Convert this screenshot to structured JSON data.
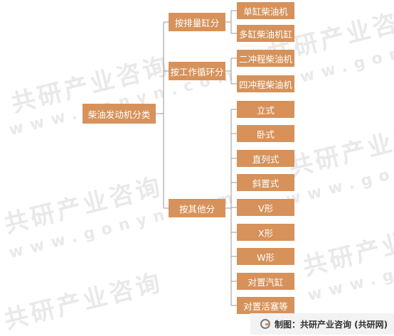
{
  "watermark": {
    "cn": "共研产业咨询",
    "en": "www.gonyn.com"
  },
  "tree": {
    "root": "柴油发动机分类",
    "groups": [
      {
        "label": "按排量缸分",
        "items": [
          "单缸柴油机",
          "多缸柴油机缸"
        ]
      },
      {
        "label": "按工作循环分",
        "items": [
          "二冲程柴油机",
          "四冲程柴油机"
        ]
      },
      {
        "label": "按其他分",
        "items": [
          "立式",
          "卧式",
          "直列式",
          "斜置式",
          "V形",
          "X形",
          "W形",
          "对置汽缸",
          "对置活塞等"
        ]
      }
    ]
  },
  "colors": {
    "node": "#d6925a",
    "line": "#9a9a9a"
  },
  "footer": {
    "text": "制图：共研产业咨询 (共研网)"
  }
}
